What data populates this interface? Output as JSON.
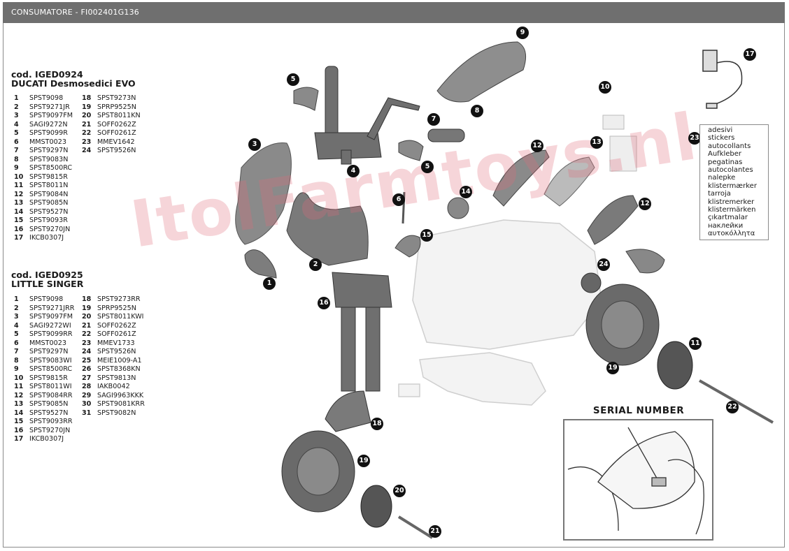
{
  "header": {
    "title": "CONSUMATORE - FI002401G136"
  },
  "groups": [
    {
      "code": "cod. IGED0924",
      "name": "DUCATI Desmosedici EVO",
      "parts": [
        {
          "n": "1",
          "code": "SPST9098"
        },
        {
          "n": "2",
          "code": "SPST9271JR"
        },
        {
          "n": "3",
          "code": "SPST9097FM"
        },
        {
          "n": "4",
          "code": "SAGI9272N"
        },
        {
          "n": "5",
          "code": "SPST9099R"
        },
        {
          "n": "6",
          "code": "MMST0023"
        },
        {
          "n": "7",
          "code": "SPST9297N"
        },
        {
          "n": "8",
          "code": "SPST9083N"
        },
        {
          "n": "9",
          "code": "SPST8500RC"
        },
        {
          "n": "10",
          "code": "SPST9815R"
        },
        {
          "n": "11",
          "code": "SPST8011N"
        },
        {
          "n": "12",
          "code": "SPST9084N"
        },
        {
          "n": "13",
          "code": "SPST9085N"
        },
        {
          "n": "14",
          "code": "SPST9527N"
        },
        {
          "n": "15",
          "code": "SPST9093R"
        },
        {
          "n": "16",
          "code": "SPST9270JN"
        },
        {
          "n": "17",
          "code": "IKCB0307J"
        },
        {
          "n": "18",
          "code": "SPST9273N"
        },
        {
          "n": "19",
          "code": "SPRP9525N"
        },
        {
          "n": "20",
          "code": "SPST8011KN"
        },
        {
          "n": "21",
          "code": "SOFF0262Z"
        },
        {
          "n": "22",
          "code": "SOFF0261Z"
        },
        {
          "n": "23",
          "code": "MMEV1642"
        },
        {
          "n": "24",
          "code": "SPST9526N"
        }
      ]
    },
    {
      "code": "cod. IGED0925",
      "name": "LITTLE SINGER",
      "parts": [
        {
          "n": "1",
          "code": "SPST9098"
        },
        {
          "n": "2",
          "code": "SPST9271JRR"
        },
        {
          "n": "3",
          "code": "SPST9097FM"
        },
        {
          "n": "4",
          "code": "SAGI9272WI"
        },
        {
          "n": "5",
          "code": "SPST9099RR"
        },
        {
          "n": "6",
          "code": "MMST0023"
        },
        {
          "n": "7",
          "code": "SPST9297N"
        },
        {
          "n": "8",
          "code": "SPST9083WI"
        },
        {
          "n": "9",
          "code": "SPST8500RC"
        },
        {
          "n": "10",
          "code": "SPST9815R"
        },
        {
          "n": "11",
          "code": "SPST8011WI"
        },
        {
          "n": "12",
          "code": "SPST9084RR"
        },
        {
          "n": "13",
          "code": "SPST9085N"
        },
        {
          "n": "14",
          "code": "SPST9527N"
        },
        {
          "n": "15",
          "code": "SPST9093RR"
        },
        {
          "n": "16",
          "code": "SPST9270JN"
        },
        {
          "n": "17",
          "code": "IKCB0307J"
        },
        {
          "n": "18",
          "code": "SPST9273RR"
        },
        {
          "n": "19",
          "code": "SPRP9525N"
        },
        {
          "n": "20",
          "code": "SPST8011KWI"
        },
        {
          "n": "21",
          "code": "SOFF0262Z"
        },
        {
          "n": "22",
          "code": "SOFF0261Z"
        },
        {
          "n": "23",
          "code": "MMEV1733"
        },
        {
          "n": "24",
          "code": "SPST9526N"
        },
        {
          "n": "25",
          "code": "MEIE1009-A1"
        },
        {
          "n": "26",
          "code": "SPST8368KN"
        },
        {
          "n": "27",
          "code": "SPST9813N"
        },
        {
          "n": "28",
          "code": "IAKB0042"
        },
        {
          "n": "29",
          "code": "SAGI9963KKK"
        },
        {
          "n": "30",
          "code": "SPST9081KRR"
        },
        {
          "n": "31",
          "code": "SPST9082N"
        }
      ]
    }
  ],
  "stickers": {
    "callout": "23",
    "languages": [
      "adesivi",
      "stickers",
      "autocollants",
      "Aufkleber",
      "pegatinas",
      "autocolantes",
      "nalepke",
      "klistermærker",
      "tarroja",
      "klistremerker",
      "klistermärken",
      "çıkartmalar",
      "наклейки",
      "αυτοκόλλητα"
    ]
  },
  "serial": {
    "title": "SERIAL NUMBER"
  },
  "watermark": {
    "text": "ItolFarmtoys.nl"
  },
  "callouts": [
    "1",
    "2",
    "3",
    "4",
    "5",
    "5",
    "6",
    "7",
    "8",
    "9",
    "10",
    "11",
    "12",
    "12",
    "13",
    "14",
    "15",
    "16",
    "17",
    "18",
    "19",
    "19",
    "20",
    "21",
    "22",
    "24"
  ]
}
